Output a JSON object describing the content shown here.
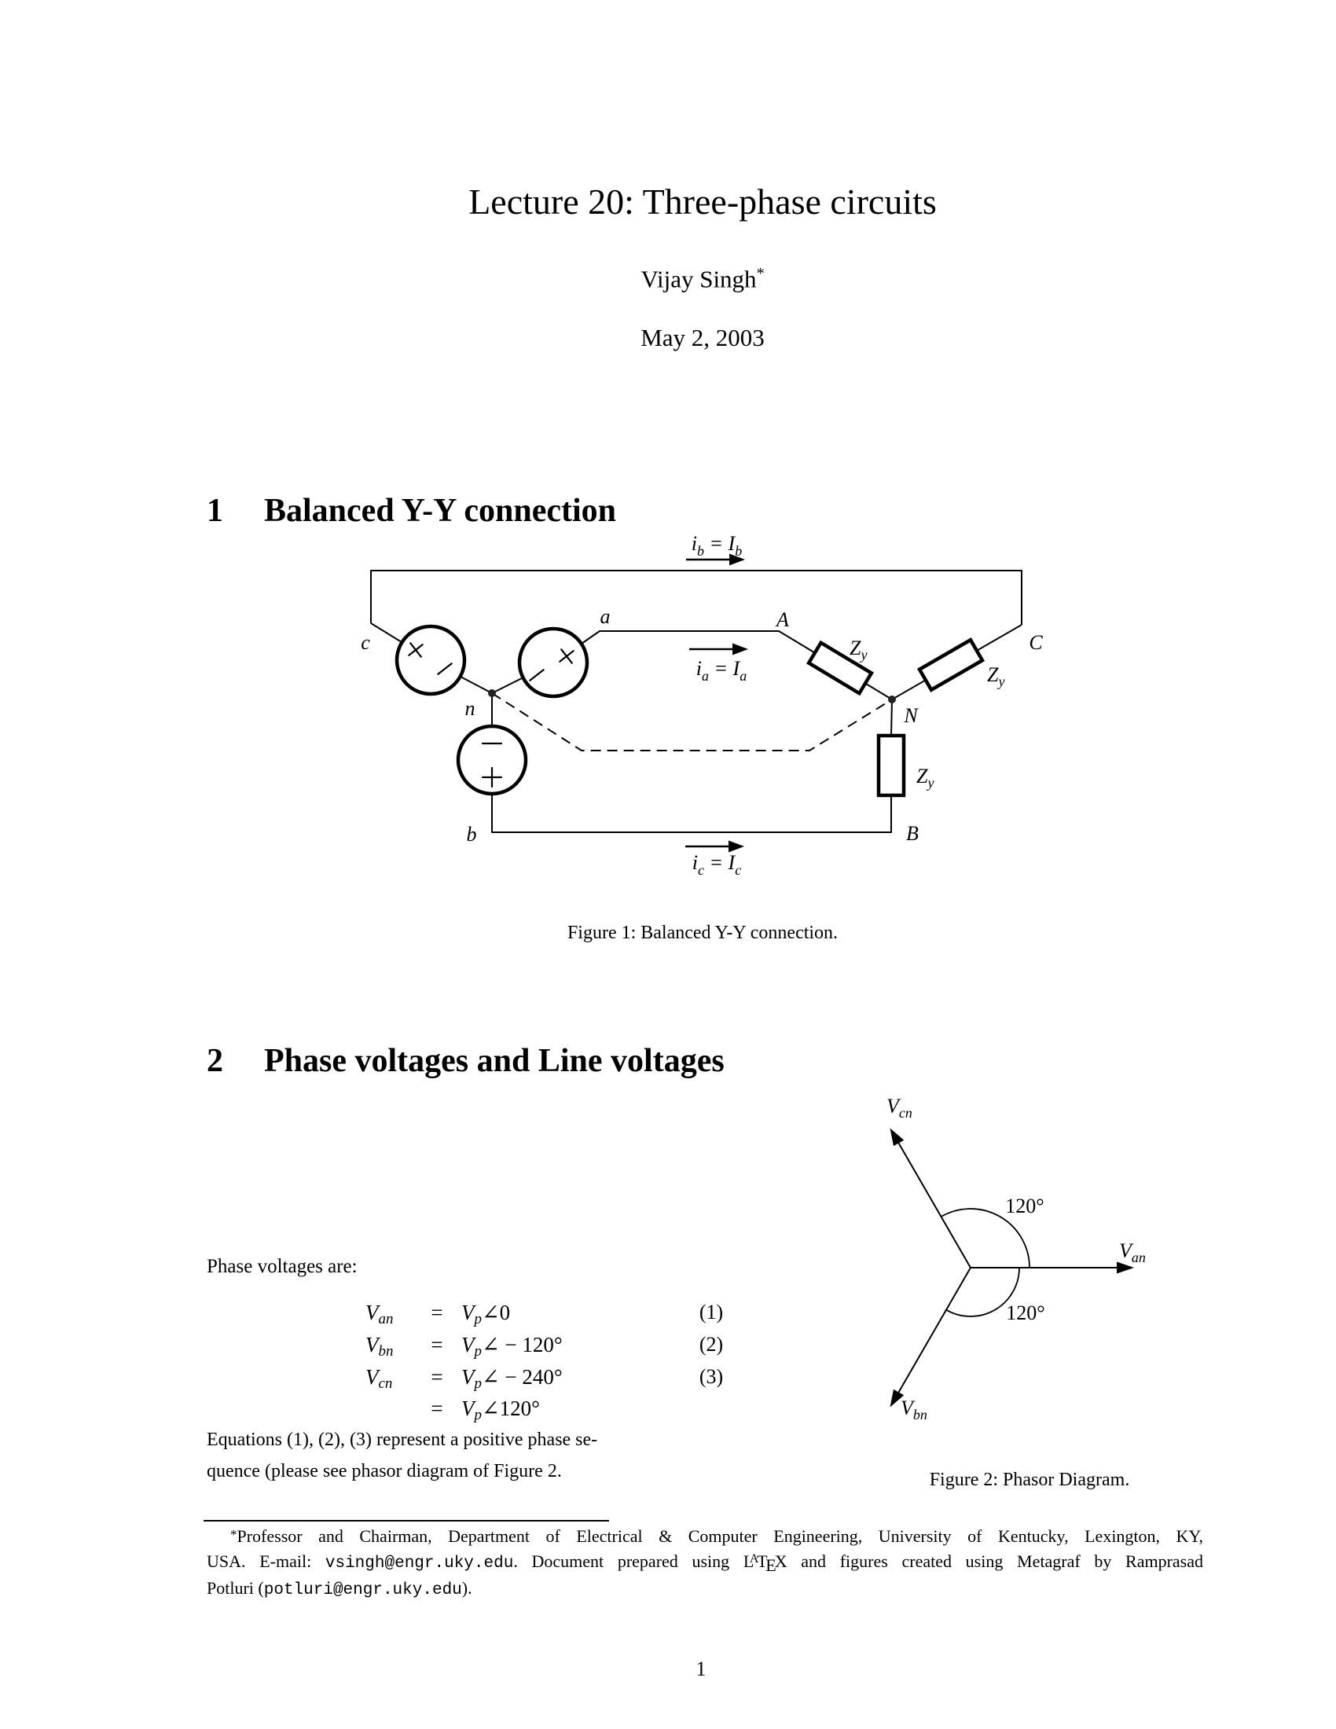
{
  "page": {
    "page_number": "1",
    "background": "#ffffff",
    "text_color": "#000000"
  },
  "header": {
    "title": "Lecture 20: Three-phase circuits",
    "author": "Vijay Singh",
    "author_mark": "*",
    "date": "May 2, 2003"
  },
  "sections": [
    {
      "number": "1",
      "title": "Balanced Y-Y connection"
    },
    {
      "number": "2",
      "title": "Phase voltages and Line voltages"
    }
  ],
  "figure1": {
    "caption": "Figure 1: Balanced Y-Y connection.",
    "nodes": {
      "c": "c",
      "a": "a",
      "A": "A",
      "C": "C",
      "n": "n",
      "N": "N",
      "b": "b",
      "B": "B"
    },
    "impedance": {
      "main": "Z",
      "sub": "y"
    },
    "currents": [
      {
        "lower": "i",
        "lower_sub": "b",
        "eq": " = ",
        "upper": "I",
        "upper_sub": "b"
      },
      {
        "lower": "i",
        "lower_sub": "a",
        "eq": " = ",
        "upper": "I",
        "upper_sub": "a"
      },
      {
        "lower": "i",
        "lower_sub": "c",
        "eq": " = ",
        "upper": "I",
        "upper_sub": "c"
      }
    ]
  },
  "body1": {
    "intro": "Phase voltages are:"
  },
  "equations": {
    "rows": [
      {
        "lhs": "V",
        "lhs_sub": "an",
        "eq": "=",
        "rhs": "V",
        "rhs_sub": "p",
        "rhs_rest": "∠0",
        "num": "(1)"
      },
      {
        "lhs": "V",
        "lhs_sub": "bn",
        "eq": "=",
        "rhs": "V",
        "rhs_sub": "p",
        "rhs_rest": "∠ − 120°",
        "num": "(2)"
      },
      {
        "lhs": "V",
        "lhs_sub": "cn",
        "eq": "=",
        "rhs": "V",
        "rhs_sub": "p",
        "rhs_rest": "∠ − 240°",
        "num": "(3)"
      },
      {
        "lhs": "",
        "lhs_sub": "",
        "eq": "=",
        "rhs": "V",
        "rhs_sub": "p",
        "rhs_rest": "∠120°",
        "num": ""
      }
    ]
  },
  "body2": {
    "line1": "Equations (1), (2), (3) represent a positive phase se-",
    "line2": "quence (please see phasor diagram of Figure 2."
  },
  "figure2": {
    "caption": "Figure 2: Phasor Diagram.",
    "angle_label": "120°",
    "vectors": [
      {
        "main": "V",
        "sub": "an",
        "angle_deg": 0
      },
      {
        "main": "V",
        "sub": "cn",
        "angle_deg": 120
      },
      {
        "main": "V",
        "sub": "bn",
        "angle_deg": -120
      }
    ]
  },
  "footnote": {
    "marker": "*",
    "line1": "Professor and Chairman, Department of Electrical & Computer Engineering, University of Kentucky, Lexington, KY,",
    "line2_pre": "USA. E-mail: ",
    "line2_email": "vsingh@engr.uky.edu",
    "line2_mid": ". Document prepared using ",
    "latex": {
      "l": "L",
      "a": "A",
      "t": "T",
      "e": "E",
      "x": "X"
    },
    "line2_post": " and figures created using Metagraf by Ramprasad",
    "line3_pre": "Potluri (",
    "line3_email": "potluri@engr.uky.edu",
    "line3_post": ")."
  }
}
